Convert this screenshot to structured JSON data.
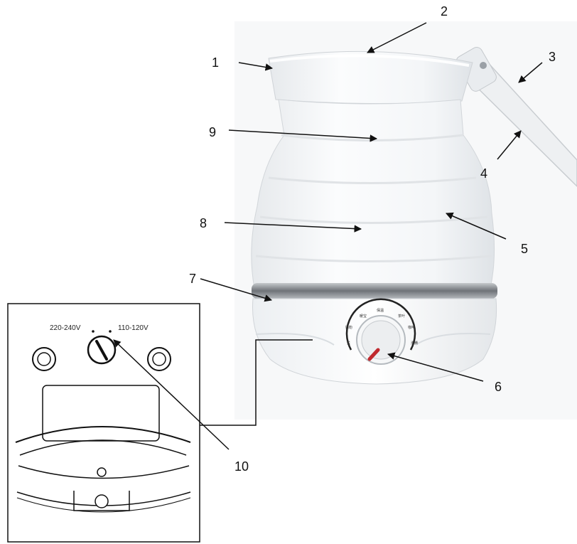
{
  "callouts": [
    {
      "id": "1",
      "label": "1"
    },
    {
      "id": "2",
      "label": "2"
    },
    {
      "id": "3",
      "label": "3"
    },
    {
      "id": "4",
      "label": "4"
    },
    {
      "id": "5",
      "label": "5"
    },
    {
      "id": "6",
      "label": "6"
    },
    {
      "id": "7",
      "label": "7"
    },
    {
      "id": "8",
      "label": "8"
    },
    {
      "id": "9",
      "label": "9"
    },
    {
      "id": "10",
      "label": "10"
    }
  ],
  "voltage": {
    "left": "220-240V",
    "right": "110-120V"
  },
  "dial_labels": [
    "关",
    "奶粉",
    "暖宝",
    "保温",
    "茶叶",
    "咖啡",
    "沸腾"
  ],
  "colors": {
    "kettle_body": "#f2f4f6",
    "band": "#8a8e92",
    "indicator": "#c0292e",
    "line": "#111111"
  }
}
